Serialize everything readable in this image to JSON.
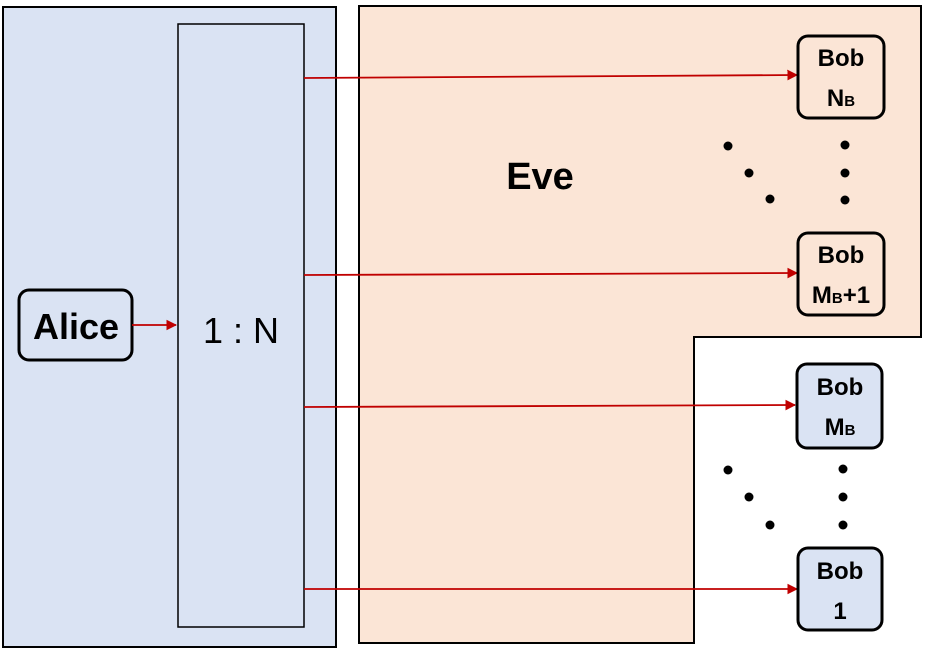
{
  "colors": {
    "alice_region": "#dae3f3",
    "eve_region": "#fbe5d6",
    "bob_outside_fill": "#dae3f3",
    "bob_inside_fill": "#fbe5d6",
    "outline": "#000000",
    "arrow": "#c00000"
  },
  "alice": {
    "label": "Alice"
  },
  "splitter": {
    "label": "1 : N"
  },
  "eve": {
    "label": "Eve"
  },
  "bobs": {
    "nb": {
      "line1": "Bob",
      "main": "N",
      "sub": "B",
      "suffix": ""
    },
    "mb1": {
      "line1": "Bob",
      "main": "M",
      "sub": "B",
      "suffix": "+1"
    },
    "mb": {
      "line1": "Bob",
      "main": "M",
      "sub": "B",
      "suffix": ""
    },
    "one": {
      "line1": "Bob",
      "main": "1",
      "sub": "",
      "suffix": ""
    }
  },
  "ellipsis_icons": [
    "vertical-ellipsis-icon",
    "diagonal-ellipsis-icon"
  ]
}
